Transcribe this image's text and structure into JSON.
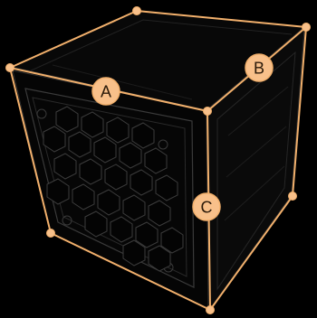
{
  "viewer": {
    "object": "hex-mesh-fan-cube",
    "colors": {
      "background": "#000000",
      "wire": "#f2b06c",
      "marker_fill": "#f8c08a",
      "marker_stroke": "#f2b06c",
      "label": "#2b1a0a",
      "model_line": "#3a3a3a",
      "model_face_front": "#050505",
      "model_face_side": "#0a0a0a",
      "model_face_top": "#080808"
    },
    "markers": [
      {
        "id": "A",
        "label": "A"
      },
      {
        "id": "B",
        "label": "B"
      },
      {
        "id": "C",
        "label": "C"
      }
    ]
  }
}
